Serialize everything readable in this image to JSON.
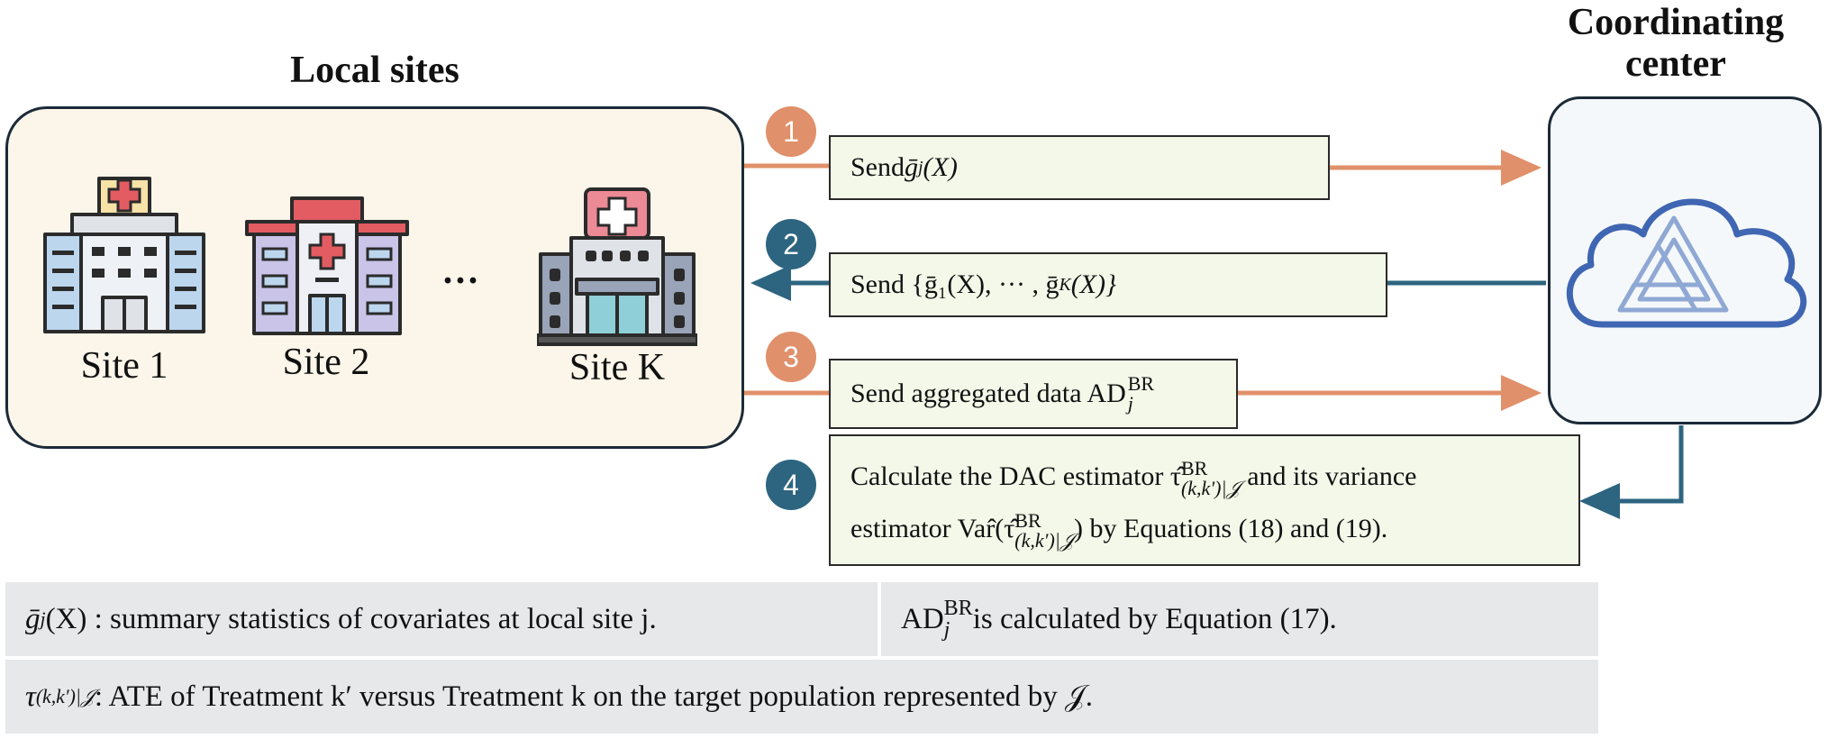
{
  "local_sites": {
    "title": "Local sites",
    "site1_label": "Site 1",
    "site2_label": "Site 2",
    "ellipsis": "···",
    "siteK_label": "Site K"
  },
  "center": {
    "title_line1": "Coordinating",
    "title_line2": "center"
  },
  "steps": [
    {
      "number": "1",
      "text": "Send ",
      "math": "ḡ",
      "math_sub": "j",
      "math_after": "(X)"
    },
    {
      "number": "2",
      "text": "Send {ḡ₁(X), ··· , ḡ",
      "math_sub": "K",
      "math_after": "(X)}"
    },
    {
      "number": "3",
      "text": "Send aggregated data AD",
      "math_sup": "BR",
      "math_sub": "j"
    },
    {
      "number": "4",
      "line1_pre": "Calculate the DAC estimator τ̂",
      "line1_sup": "BR",
      "line1_sub": "(k,k′)|𝒥",
      "line1_post": " and its variance",
      "line2_pre": "estimator Var̂(τ̂",
      "line2_sup": "BR",
      "line2_sub": "(k,k′)|𝒥",
      "line2_post": ") by Equations (18) and (19)."
    }
  ],
  "legend": {
    "g_symbol": "ḡ",
    "g_sub": "j",
    "g_text": "(X) : summary statistics of covariates at local site j.",
    "ad_symbol": "AD",
    "ad_sup": "BR",
    "ad_sub": "j",
    "ad_text": " is calculated by Equation (17).",
    "tau_symbol": "τ",
    "tau_sub": "(k,k′)|𝒥",
    "tau_text": ": ATE of Treatment k′ versus Treatment k on the target population represented by 𝒥."
  },
  "colors": {
    "orange": "#e0906a",
    "teal": "#2d6580",
    "panel_cream": "#fbf6e9",
    "message_green": "#f3f8e9",
    "legend_gray": "#e6e8ea"
  },
  "icons": [
    "hospital-icon",
    "cloud-icon",
    "penrose-triangle-icon"
  ]
}
